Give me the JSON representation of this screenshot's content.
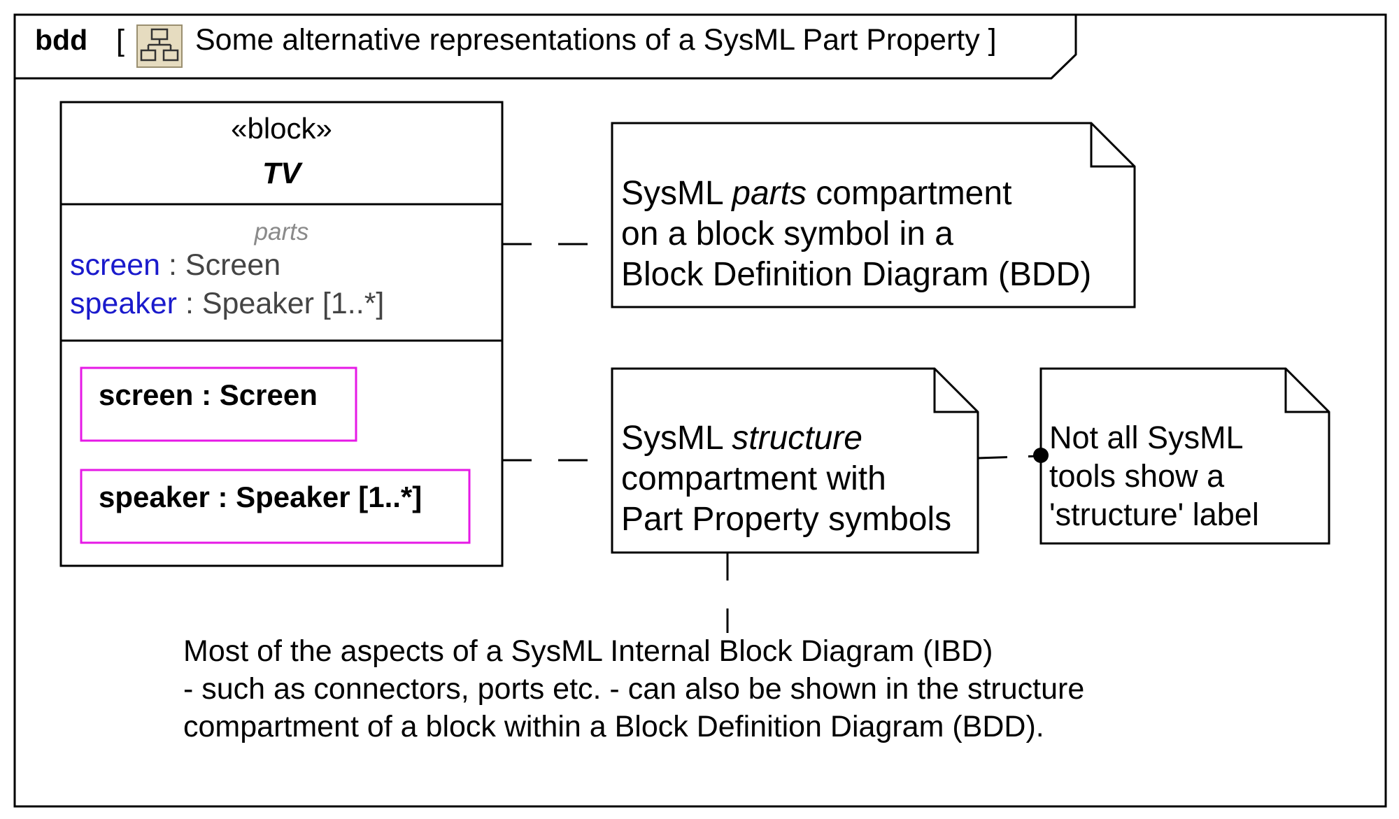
{
  "frame": {
    "kind": "bdd",
    "open_bracket": "[",
    "title": "Some alternative representations of a SysML Part Property",
    "close_bracket": "]",
    "diagram_icon": "bdd-diagram-icon"
  },
  "block": {
    "stereotype": "«block»",
    "name": "TV",
    "parts_compartment": {
      "title": "parts",
      "rows": [
        {
          "name": "screen",
          "type": ": Screen"
        },
        {
          "name": "speaker",
          "type": ": Speaker [1..*]"
        }
      ]
    },
    "structure_compartment": {
      "parts": [
        {
          "label": "screen : Screen"
        },
        {
          "label": "speaker : Speaker [1..*]"
        }
      ]
    }
  },
  "notes": {
    "parts_note": {
      "line1_pre": "SysML ",
      "line1_em": "parts",
      "line1_post": " compartment",
      "line2": "on a block symbol in a",
      "line3": "Block Definition Diagram (BDD)"
    },
    "structure_note": {
      "line1_pre": "SysML ",
      "line1_em": "structure",
      "line2": "compartment with",
      "line3": "Part Property symbols"
    },
    "label_note": {
      "line1": "Not all SysML",
      "line2": "tools show a",
      "line3": "'structure' label"
    }
  },
  "free_text": {
    "line1": "Most of the aspects of a SysML Internal Block Diagram (IBD)",
    "line2": "- such as connectors, ports etc. - can also be shown in the structure",
    "line3": "compartment of a block within a Block Definition Diagram (BDD)."
  },
  "colors": {
    "property_name": "#1a1acc",
    "part_border": "#e619e6",
    "compartment_title": "#8a8a8a",
    "icon_fill": "#e6dcc0"
  }
}
